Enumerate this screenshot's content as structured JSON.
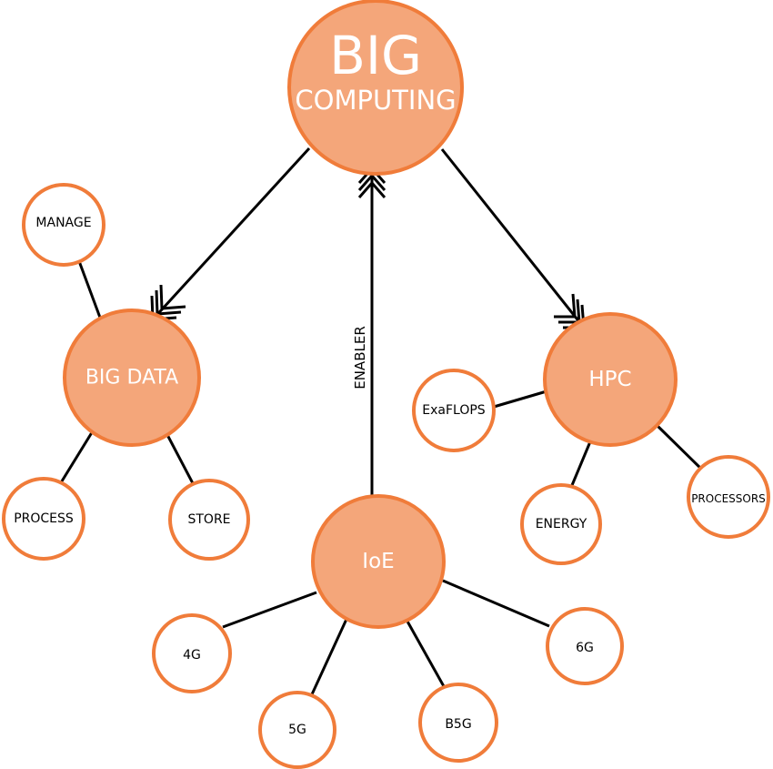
{
  "nodes": {
    "big_computing": {
      "line1": "BIG",
      "line2": "COMPUTING"
    },
    "big_data": "BIG DATA",
    "hpc": "HPC",
    "ioe": "IoE",
    "manage": "MANAGE",
    "process": "PROCESS",
    "store": "STORE",
    "exaflops": "ExaFLOPS",
    "energy": "ENERGY",
    "processors": "PROCESSORS",
    "g4": "4G",
    "g5": "5G",
    "b5g": "B5G",
    "g6": "6G"
  },
  "edge_label": "ENABLER",
  "colors": {
    "main_fill": "#f4a67a",
    "outline": "#f07c3a",
    "line": "#000000"
  }
}
